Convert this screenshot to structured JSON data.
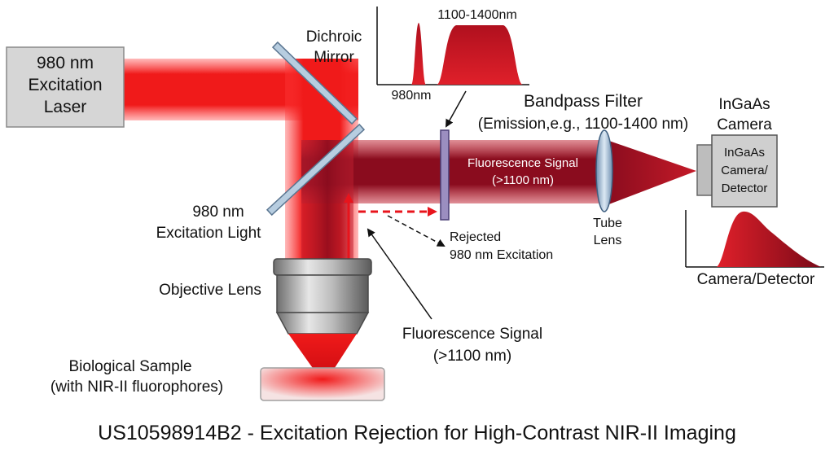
{
  "laser_box": {
    "line1": "980 nm",
    "line2": "Excitation",
    "line3": "Laser"
  },
  "dichroic": {
    "line1": "Dichroic",
    "line2": "Mirror"
  },
  "excitation_light": {
    "line1": "980 nm",
    "line2": "Excitation Light"
  },
  "objective": {
    "label": "Objective Lens"
  },
  "sample": {
    "line1": "Biological Sample",
    "line2": "(with NIR-II fluorophores)"
  },
  "fluorescence_lower": {
    "line1": "Fluorescence Signal",
    "line2": "(>1100 nm)"
  },
  "fluorescence_beam": {
    "line1": "Fluorescence Signal",
    "line2": "(>1100 nm)"
  },
  "rejected": {
    "line1": "Rejected",
    "line2": "980 nm Excitation"
  },
  "spectrum": {
    "band_label": "1100-1400nm",
    "peak_label": "980nm"
  },
  "bandpass": {
    "line1": "Bandpass Filter",
    "line2": "(Emission,e.g., 1100-1400 nm)"
  },
  "tube_lens": {
    "line1": "Tube",
    "line2": "Lens"
  },
  "camera_top": {
    "line1": "InGaAs",
    "line2": "Camera"
  },
  "camera_box": {
    "line1": "InGaAs",
    "line2": "Camera/",
    "line3": "Detector"
  },
  "detector_plot": {
    "label": "Camera/Detector"
  },
  "caption": "US10598914B2 - Excitation Rejection for High-Contrast NIR-II Imaging",
  "colors": {
    "excitation": "#e8141c",
    "fluorescence": "#8a0c1e",
    "mirror": "#b7cde0",
    "box": "#d6d6d6"
  }
}
